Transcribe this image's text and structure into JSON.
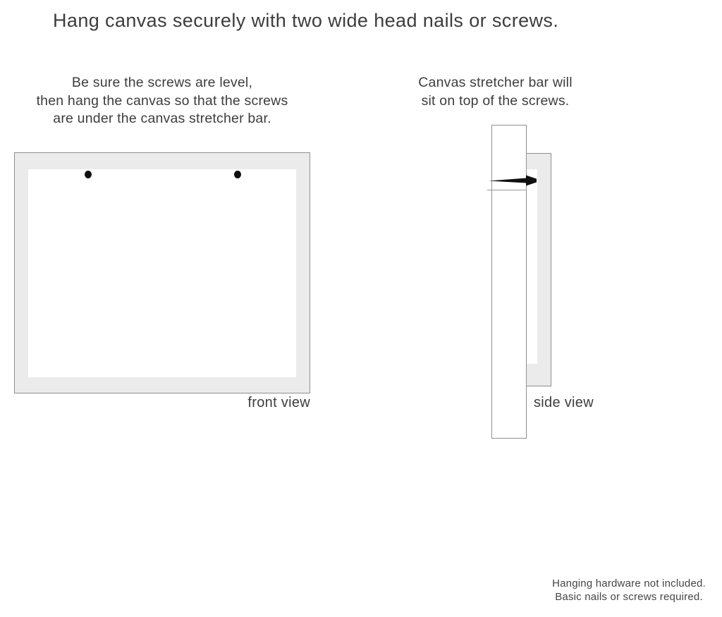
{
  "title": "Hang canvas securely with two wide head nails or screws.",
  "instructions": {
    "left": "Be sure the screws are level,\nthen hang the canvas so that the screws\nare under the canvas stretcher bar.",
    "right": "Canvas stretcher bar will\nsit on top of the screws."
  },
  "front_view": {
    "label": "front view",
    "screw_count": 2
  },
  "side_view": {
    "label": "side view"
  },
  "footnote": "Hanging hardware not included.\nBasic nails or screws required.",
  "colors": {
    "canvas_gray": "#ebebeb",
    "border_gray": "#8f8f8f",
    "text_color": "#3d3d3d",
    "nail_black": "#101010",
    "line_gray": "#9a9a9a"
  }
}
